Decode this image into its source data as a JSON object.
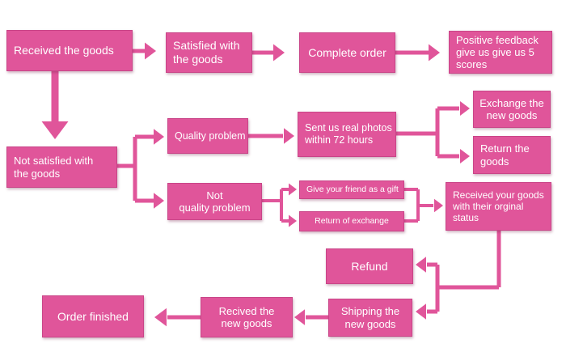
{
  "colors": {
    "box": "#e0559a",
    "arrow": "#e0559a",
    "text": "#ffffff"
  },
  "nodes": {
    "received_goods": "Received the goods",
    "satisfied": "Satisfied with\nthe goods",
    "complete_order": "Complete order",
    "positive_feedback": "Positive feedback\ngive us give us 5\nscores",
    "not_satisfied": "Not satisfied with\nthe goods",
    "quality_problem": "Quality problem",
    "sent_photos": "Sent us real photos\nwithin 72 hours",
    "exchange_goods": "Exchange the\nnew goods",
    "return_goods": "Return the\ngoods",
    "not_quality_problem": "Not\nquality problem",
    "give_friend_gift": "Give your friend as a gift",
    "return_of_exchange": "Return of exchange",
    "received_original": "Received your goods\nwith their orginal\nstatus",
    "refund": "Refund",
    "shipping_new": "Shipping the\nnew goods",
    "received_new": "Recived the\nnew goods",
    "order_finished": "Order finished"
  }
}
